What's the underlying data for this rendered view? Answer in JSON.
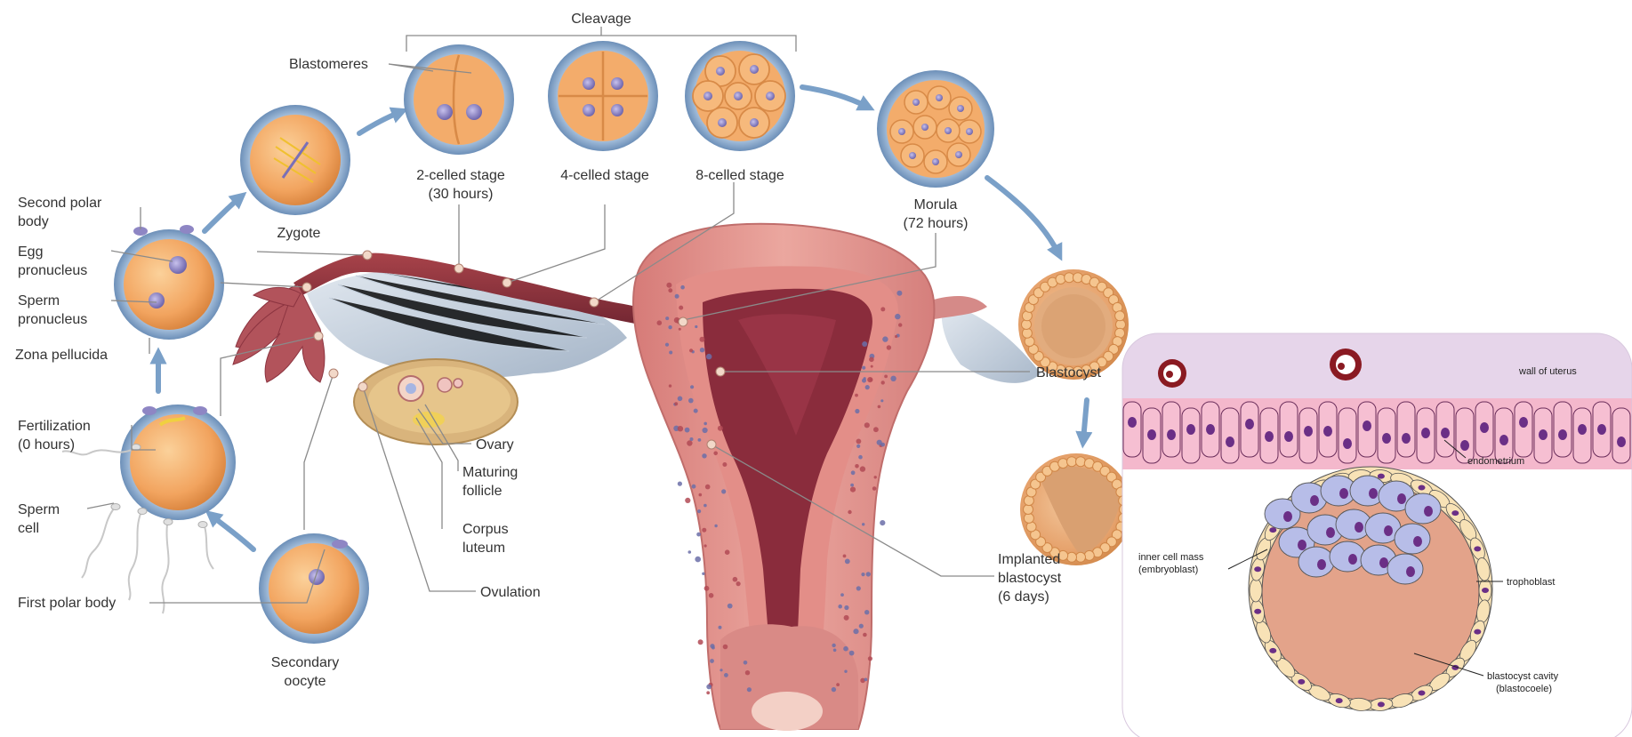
{
  "left_labels": {
    "cleavage": "Cleavage",
    "blastomeres": "Blastomeres",
    "two_cell_l1": "2-celled stage",
    "two_cell_l2": "(30 hours)",
    "four_cell": "4-celled stage",
    "eight_cell": "8-celled stage",
    "morula_l1": "Morula",
    "morula_l2": "(72 hours)",
    "zygote": "Zygote",
    "second_polar_l1": "Second polar",
    "second_polar_l2": "body",
    "egg_l1": "Egg",
    "egg_l2": "pronucleus",
    "sperm_pro_l1": "Sperm",
    "sperm_pro_l2": "pronucleus",
    "zona": "Zona pellucida",
    "fert_l1": "Fertilization",
    "fert_l2": "(0 hours)",
    "sperm_cell_l1": "Sperm",
    "sperm_cell_l2": "cell",
    "first_polar": "First polar body",
    "sec_oocyte_l1": "Secondary",
    "sec_oocyte_l2": "oocyte",
    "ovary": "Ovary",
    "maturing_l1": "Maturing",
    "maturing_l2": "follicle",
    "corpus_l1": "Corpus",
    "corpus_l2": "luteum",
    "ovulation": "Ovulation",
    "blastocyst": "Blastocyst",
    "implanted_l1": "Implanted",
    "implanted_l2": "blastocyst",
    "implanted_l3": "(6 days)"
  },
  "right_panel": {
    "wall": "wall of uterus",
    "endometrium": "endometrium",
    "icm_l1": "inner cell mass",
    "icm_l2": "(embryoblast)",
    "trophoblast": "trophoblast",
    "cavity_l1": "blastocyst cavity",
    "cavity_l2": "(blastocoele)"
  },
  "colors": {
    "zona": "#7fa3c9",
    "cytoplasm": "#f2a766",
    "nucleus": "#8e86c4",
    "arrow": "#7aa0c8",
    "uterus_wall": "#e8948e",
    "uterine_cavity": "#8a2c3c",
    "panel_wall": "#e8d8ec",
    "endometrium": "#f4b8cc",
    "trophoblast": "#f8e2b6",
    "icm": "#b7bde8",
    "cavity": "#e3a38a",
    "nucleus_dark": "#6b2f86"
  }
}
